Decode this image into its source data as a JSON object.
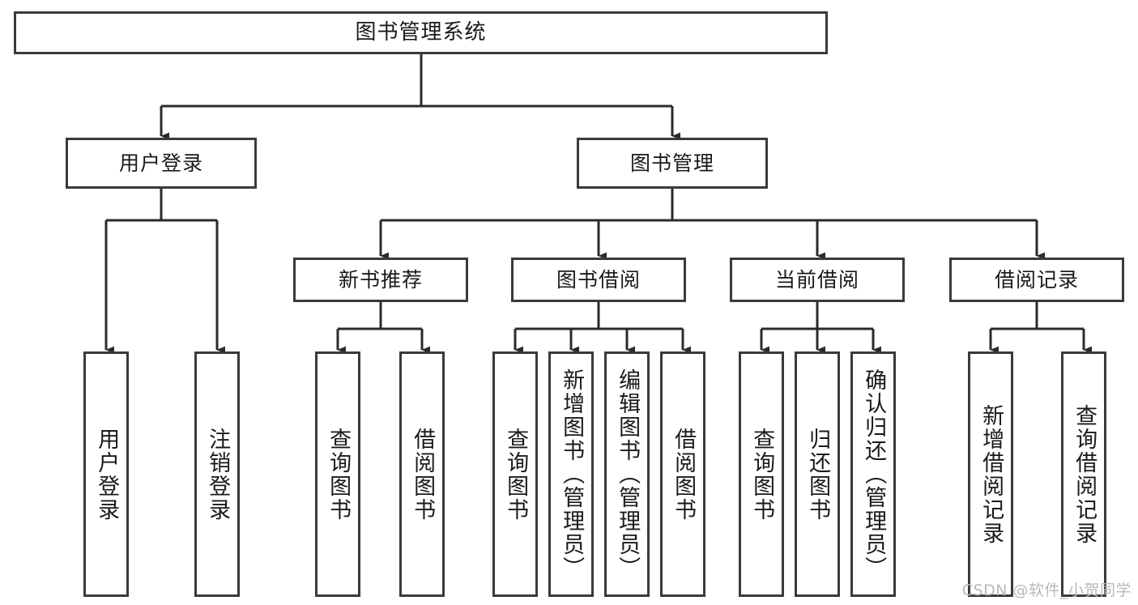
{
  "diagram": {
    "title": "图书管理系统",
    "type": "tree-hierarchy-diagram",
    "colors": {
      "box_border": "#3a3a3a",
      "box_fill": "#ffffff",
      "edge": "#2b2b2b",
      "text": "#1a1a1a",
      "watermark": "#b9b9b9",
      "background": "#ffffff"
    },
    "root": {
      "label": "图书管理系统"
    },
    "level2": [
      {
        "label": "用户登录"
      },
      {
        "label": "图书管理"
      }
    ],
    "level3": [
      {
        "label": "新书推荐"
      },
      {
        "label": "图书借阅"
      },
      {
        "label": "当前借阅"
      },
      {
        "label": "借阅记录"
      }
    ],
    "leaves": {
      "user_login": [
        {
          "label": "用户登录"
        },
        {
          "label": "注销登录"
        }
      ],
      "new_book_recommend": [
        {
          "label": "查询图书"
        },
        {
          "label": "借阅图书"
        }
      ],
      "book_borrow": [
        {
          "label": "查询图书"
        },
        {
          "label": "新增图书（管理员）"
        },
        {
          "label": "编辑图书（管理员）"
        },
        {
          "label": "借阅图书"
        }
      ],
      "current_borrow": [
        {
          "label": "查询图书"
        },
        {
          "label": "归还图书"
        },
        {
          "label": "确认归还（管理员）"
        }
      ],
      "borrow_records": [
        {
          "label": "新增借阅记录"
        },
        {
          "label": "查询借阅记录"
        }
      ]
    },
    "watermark": "CSDN @软件_小贺同学"
  }
}
